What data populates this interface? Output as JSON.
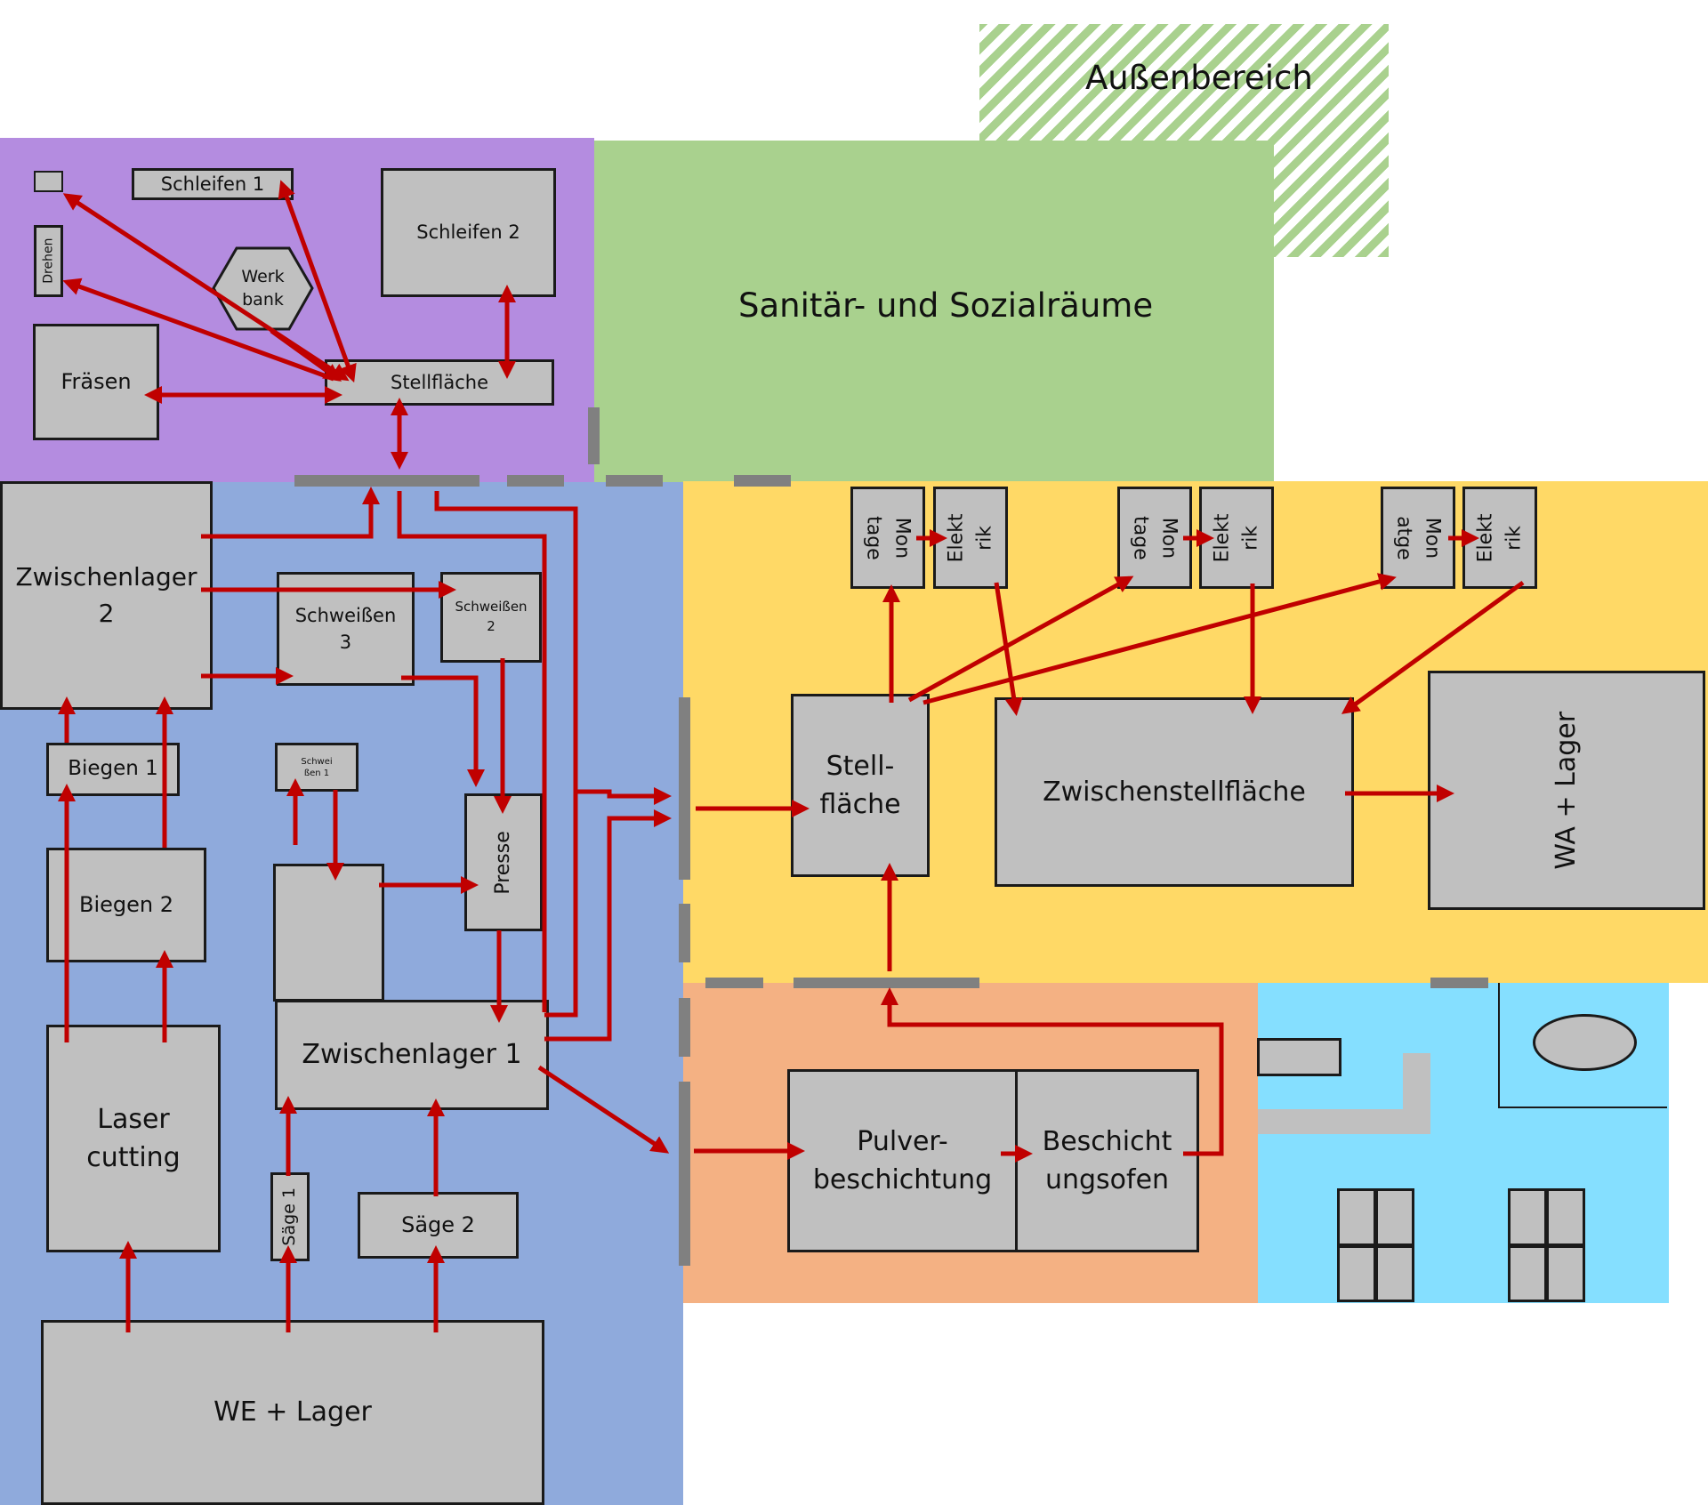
{
  "zones": {
    "outdoor": "Außenbereich",
    "sanitary": "Sanitär- und Sozialräume"
  },
  "boxes": {
    "small_square": "",
    "schleifen1": "Schleifen 1",
    "schleifen2": "Schleifen 2",
    "drehen": "Drehen",
    "werkbank": "Werk\nbank",
    "fraesen": "Fräsen",
    "stellflaeche_top": "Stellfläche",
    "zwischenlager2": "Zwischenlager\n2",
    "schweissen3": "Schweißen\n3",
    "schweissen2": "Schweißen\n2",
    "biegen1": "Biegen 1",
    "biegen2": "Biegen 2",
    "schweissen1": "Schwei\nßen 1",
    "unnamed_machine": "",
    "presse": "Presse",
    "zwischenlager1": "Zwischenlager 1",
    "laser": "Laser\ncutting",
    "saege1": "Säge 1",
    "saege2": "Säge 2",
    "we_lager": "WE + Lager",
    "montage1": "Mon\ntage",
    "elektrik1": "Elekt\nrik",
    "montage2": "Mon\ntage",
    "elektrik2": "Elekt\nrik",
    "montage3": "Mon\natge",
    "elektrik3": "Elekt\nrik",
    "stellflaeche_right": "Stell-\nfläche",
    "zwischenstellflaeche": "Zwischenstellfläche",
    "wa_lager": "WA + Lager",
    "pulver": "Pulver-\nbeschichtung",
    "ofen": "Beschicht\nungsofen"
  },
  "colors": {
    "purple_zone": "#b48ce0",
    "green_zone": "#a9d18e",
    "blue_zone": "#8faadc",
    "yellow_zone": "#ffd966",
    "orange_zone": "#f4b183",
    "cyan_zone": "#85dfff",
    "arrow": "#c00000",
    "box": "#c0c0c0",
    "door": "#808080"
  }
}
